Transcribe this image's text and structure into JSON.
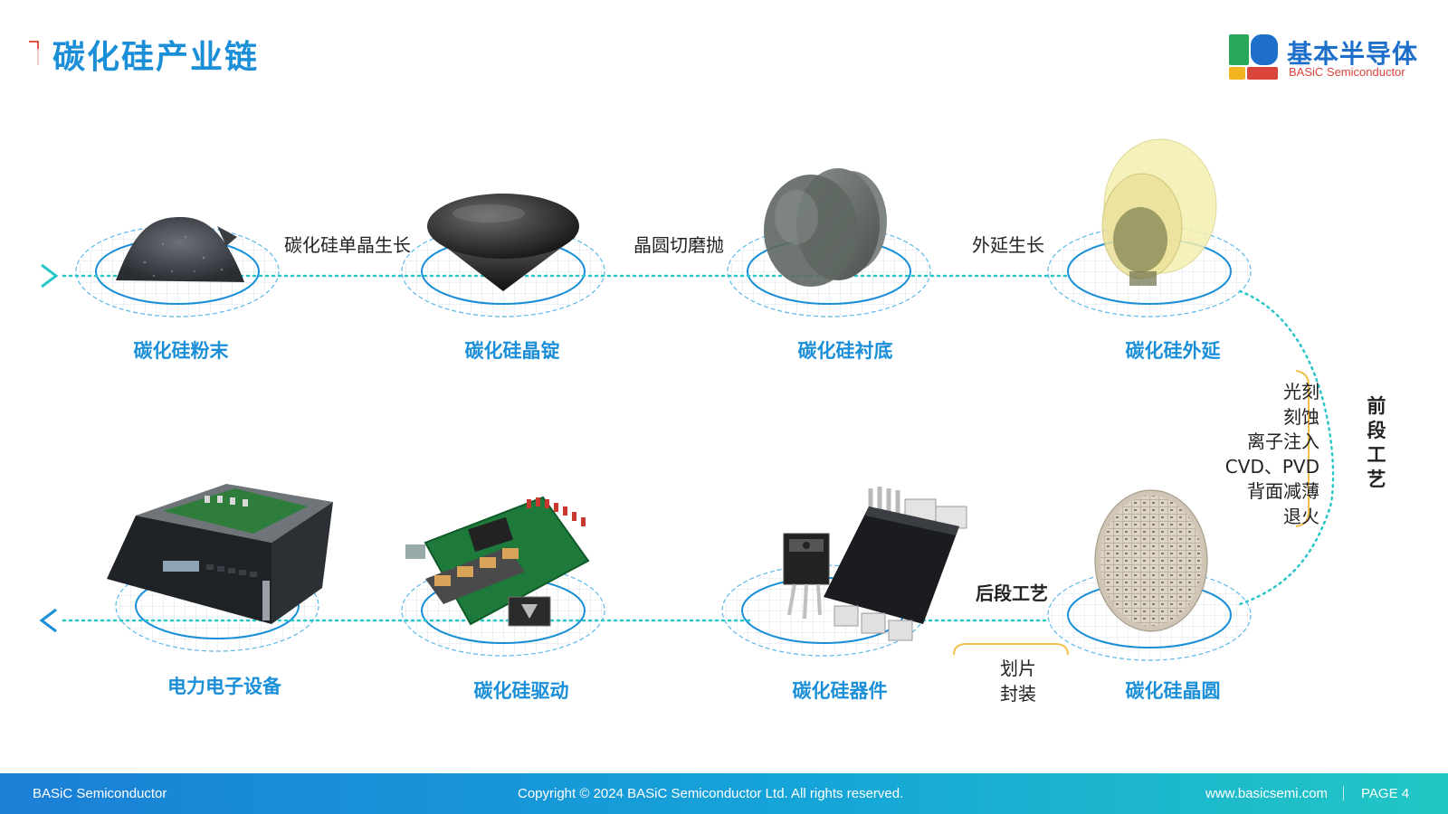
{
  "header": {
    "title": "碳化硅产业链"
  },
  "logo": {
    "name_cn": "基本半导体",
    "name_en": "BASiC Semiconductor",
    "colors": [
      "#1d6fc9",
      "#27a85a",
      "#f2b51f",
      "#d9443b"
    ]
  },
  "chain": {
    "nodes": [
      {
        "label": "碳化硅粉末",
        "image": "sic-powder-image"
      },
      {
        "label": "碳化硅晶锭",
        "image": "sic-ingot-image"
      },
      {
        "label": "碳化硅衬底",
        "image": "sic-substrate-image"
      },
      {
        "label": "碳化硅外延",
        "image": "sic-epitaxy-image"
      },
      {
        "label": "碳化硅晶圆",
        "image": "sic-wafer-image"
      },
      {
        "label": "碳化硅器件",
        "image": "sic-device-image"
      },
      {
        "label": "碳化硅驱动",
        "image": "sic-driver-image"
      },
      {
        "label": "电力电子设备",
        "image": "power-electronics-image"
      }
    ],
    "processes": {
      "growth": "碳化硅单晶生长",
      "cut_polish": "晶圆切磨抛",
      "epi_growth": "外延生长",
      "back_end": "后段工艺"
    },
    "front_end": {
      "label": "前段工艺",
      "steps": [
        "光刻",
        "刻蚀",
        "离子注入",
        "CVD、PVD",
        "背面减薄",
        "退火"
      ]
    },
    "back_end_steps": [
      "划片",
      "封装"
    ],
    "line_color": "#29c6c9",
    "accent_color": "#1a8fd8"
  },
  "footer": {
    "company": "BASiC Semiconductor",
    "copyright": "Copyright © 2024 BASiC Semiconductor Ltd. All rights reserved.",
    "url": "www.basicsemi.com",
    "page": "PAGE 4"
  }
}
